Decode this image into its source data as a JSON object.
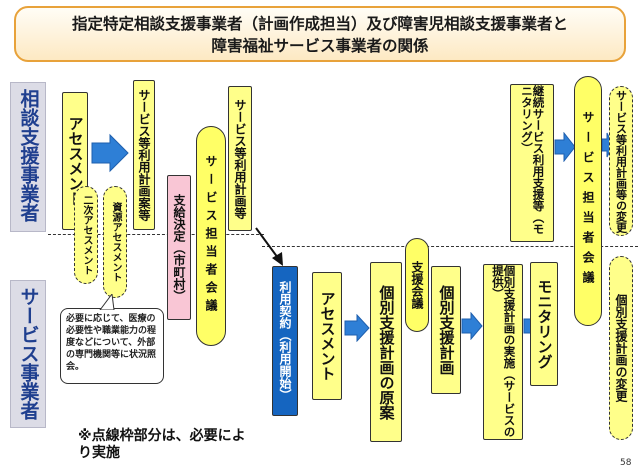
{
  "title": {
    "line1": "指定特定相談支援事業者（計画作成担当）及び障害児相談支援事業者と",
    "line2": "障害福祉サービス事業者の関係"
  },
  "rows": {
    "upper": "相談支援事業者",
    "lower": "サービス事業者"
  },
  "boxes": {
    "assessment1": "アセスメント",
    "secondary_assessment": "二次アセスメント",
    "resource_assessment": "資源アセスメント",
    "draft_plan": "サービス等利用計画案等",
    "decision": "支給決定（市町村）",
    "staff_meeting1": "サービス担当者会議",
    "final_plan": "サービス等利用計画等",
    "contract": "利用契約（利用開始）",
    "assessment2": "アセスメント",
    "individual_draft": "個別支援計画の原案",
    "support_meeting": "支援会議",
    "individual_plan": "個別支援計画",
    "implementation": "個別支援計画の実施（サービスの提供）",
    "monitoring_lower": "モニタリング",
    "continued_support": "継続サービス利用支援等（モニタリング）",
    "staff_meeting2": "サービス担当者会議",
    "plan_change_upper": "サービス等利用計画等の変更",
    "plan_change_lower": "個別支援計画の変更"
  },
  "note_text": "必要に応じて、医療の必要性や職業能力の程度などについて、外部の専門機関等に状況照会。",
  "footnote": "※点線枠部分は、必要により実施",
  "page_number": "58",
  "colors": {
    "title_border": "#e8a23a",
    "yellow": "#ffff8a",
    "pink": "#f9c6d5",
    "blue": "#1565c0",
    "arrow": "#2e7fd6"
  }
}
